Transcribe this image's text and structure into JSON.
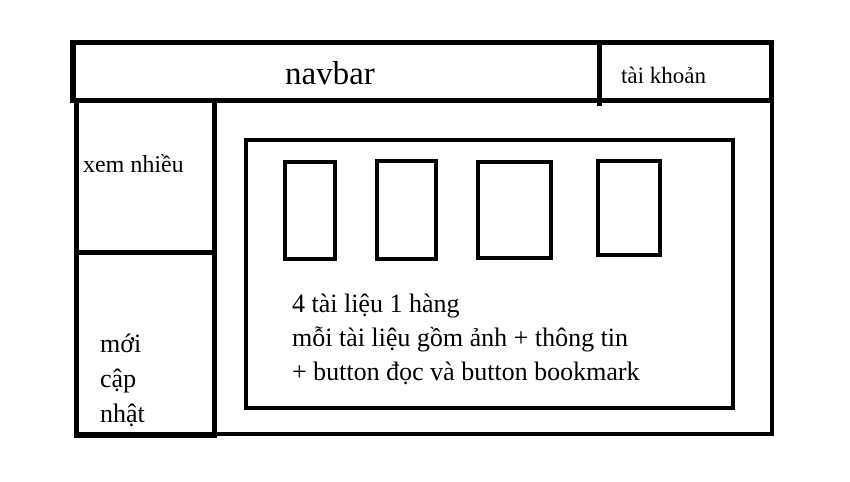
{
  "navbar": {
    "label": "navbar"
  },
  "account": {
    "label": "tài khoản"
  },
  "sidebar": {
    "most_viewed_label": "xem nhiều",
    "recently_updated_lines": [
      "mới",
      "cập",
      "nhật"
    ]
  },
  "content": {
    "thumbnail_count": 4,
    "note_lines": [
      "4 tài liệu 1 hàng",
      "mỗi tài liệu gồm ảnh + thông tin",
      "+ button đọc và button bookmark"
    ]
  }
}
